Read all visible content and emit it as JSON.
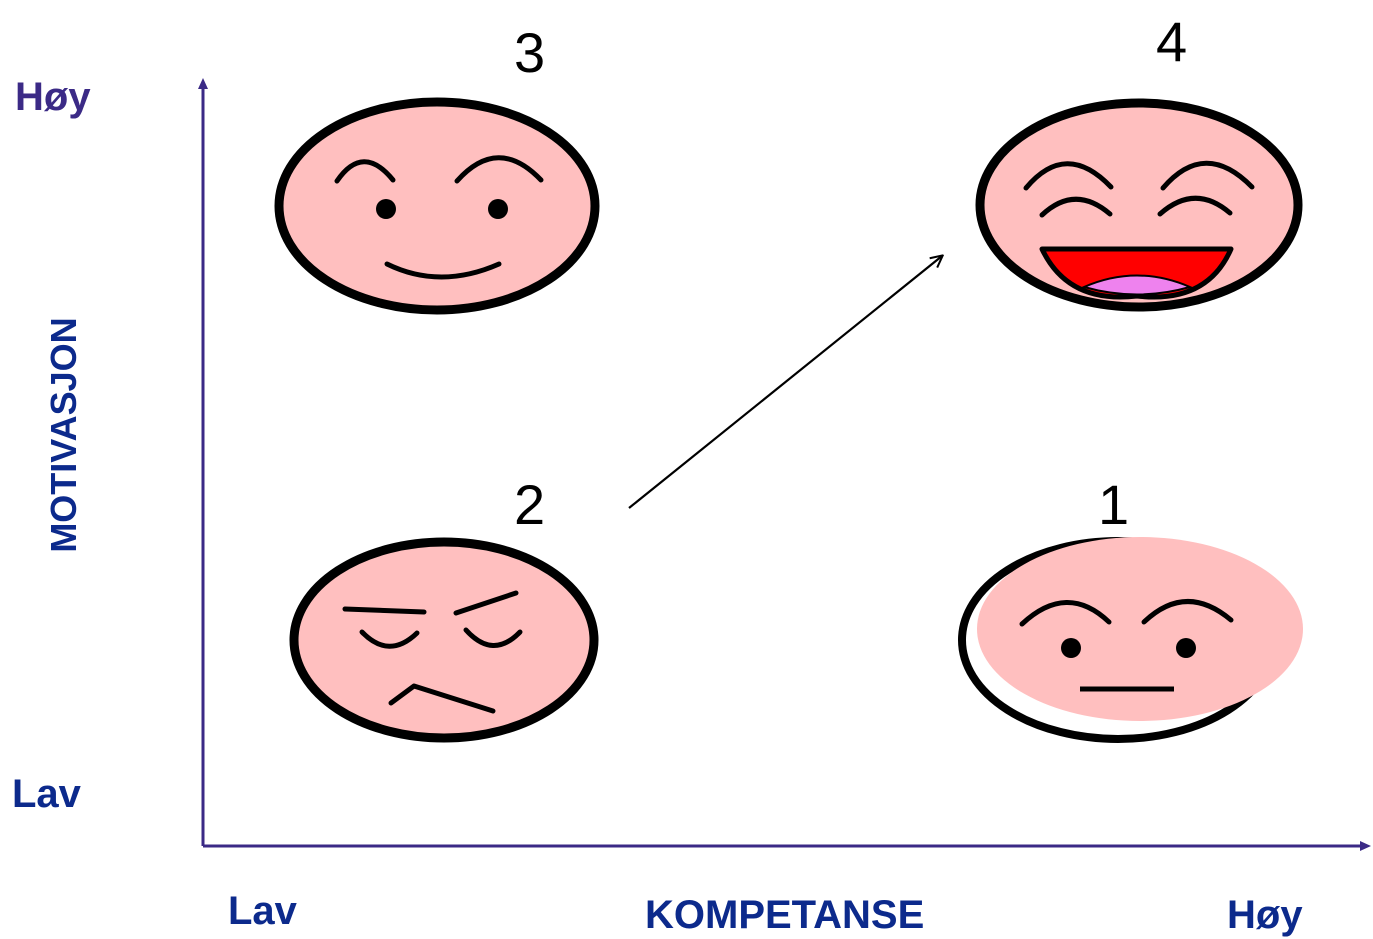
{
  "colors": {
    "axis_line": "#3b2a86",
    "y_label": "#0c2a8c",
    "x_label": "#0c2a8c",
    "hoy_top": "#3b2a86",
    "face_fill": "#ffbfbf",
    "face_stroke": "#000000",
    "mouth_red": "#ff0000",
    "tongue": "#ee82ee"
  },
  "y_axis": {
    "title": "MOTIVASJON",
    "high_label": "Høy",
    "low_label": "Lav"
  },
  "x_axis": {
    "title": "KOMPETANSE",
    "low_label": "Lav",
    "high_label": "Høy"
  },
  "quadrants": [
    {
      "number": "1",
      "expression": "neutral"
    },
    {
      "number": "2",
      "expression": "grumpy"
    },
    {
      "number": "3",
      "expression": "smiling"
    },
    {
      "number": "4",
      "expression": "laughing"
    }
  ],
  "arrow": {
    "from_quadrant": "2",
    "to_quadrant": "4"
  }
}
